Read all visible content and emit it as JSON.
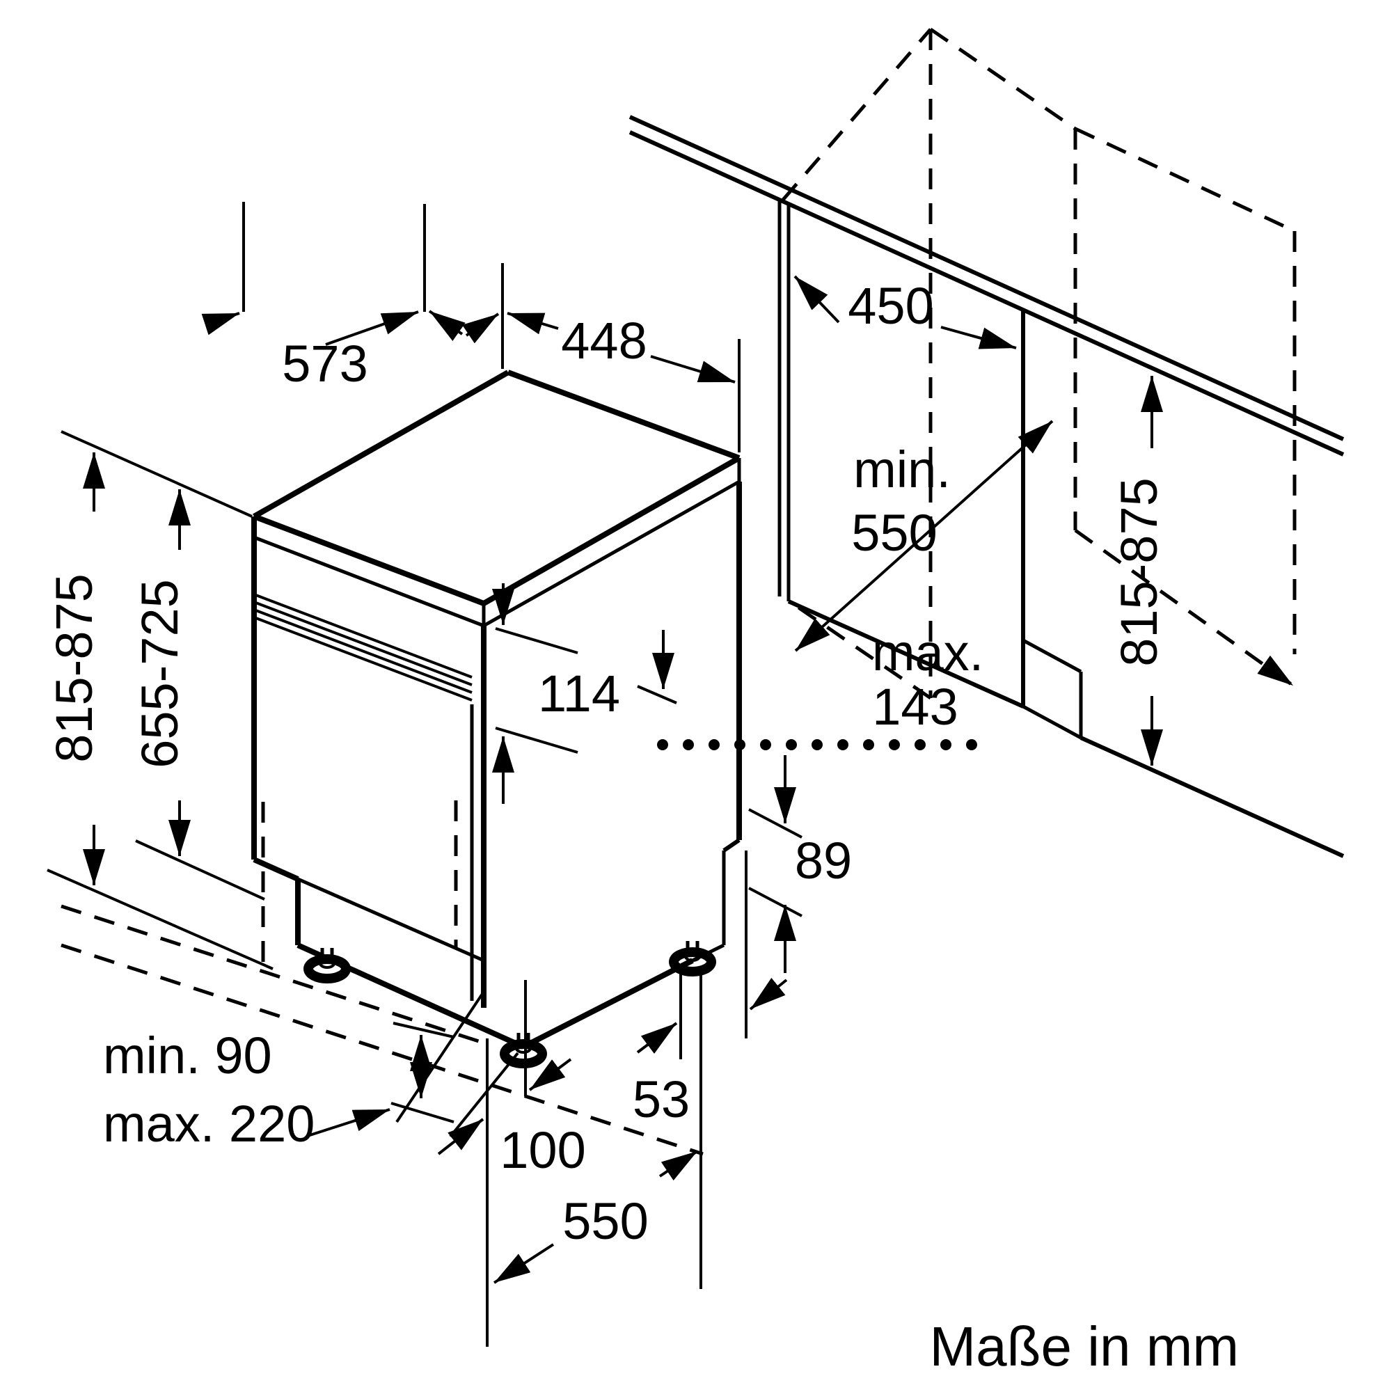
{
  "page": {
    "background": "#ffffff",
    "line_color": "#000000"
  },
  "footer": {
    "units_note": "Maße in mm"
  },
  "dimensions": {
    "depth_top": "573",
    "width_top": "448",
    "niche_width": "450",
    "niche_depth": {
      "line1": "min.",
      "line2": "550"
    },
    "door_overhang": {
      "line1": "max.",
      "line2": "143"
    },
    "height_adjustable_left": "815-875",
    "height_without_worktop": "655-725",
    "height_niche_right": "815-875",
    "control_panel_height": "114",
    "plinth_step": "89",
    "rear_foot_inset": "53",
    "front_foot_inset": "100",
    "foot_distance": "550",
    "plinth_min": "min. 90",
    "plinth_max": "max. 220"
  }
}
